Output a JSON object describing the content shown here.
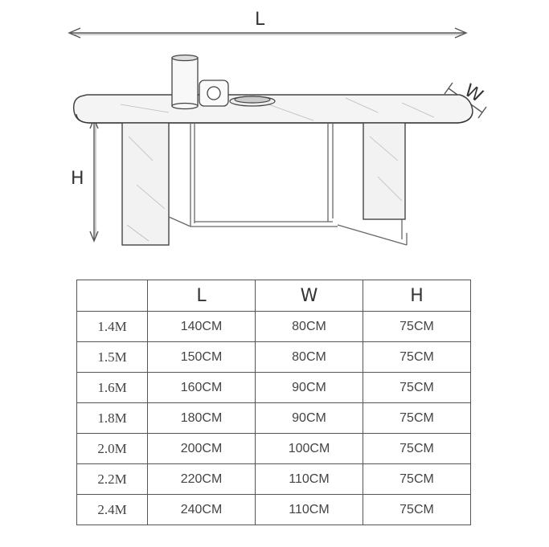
{
  "dimensions": {
    "length_label": "L",
    "width_label": "W",
    "height_label": "H"
  },
  "table": {
    "headers": [
      "",
      "L",
      "W",
      "H"
    ],
    "rows": [
      [
        "1.4M",
        "140CM",
        "80CM",
        "75CM"
      ],
      [
        "1.5M",
        "150CM",
        "80CM",
        "75CM"
      ],
      [
        "1.6M",
        "160CM",
        "90CM",
        "75CM"
      ],
      [
        "1.8M",
        "180CM",
        "90CM",
        "75CM"
      ],
      [
        "2.0M",
        "200CM",
        "100CM",
        "75CM"
      ],
      [
        "2.2M",
        "220CM",
        "110CM",
        "75CM"
      ],
      [
        "2.4M",
        "240CM",
        "110CM",
        "75CM"
      ]
    ]
  }
}
